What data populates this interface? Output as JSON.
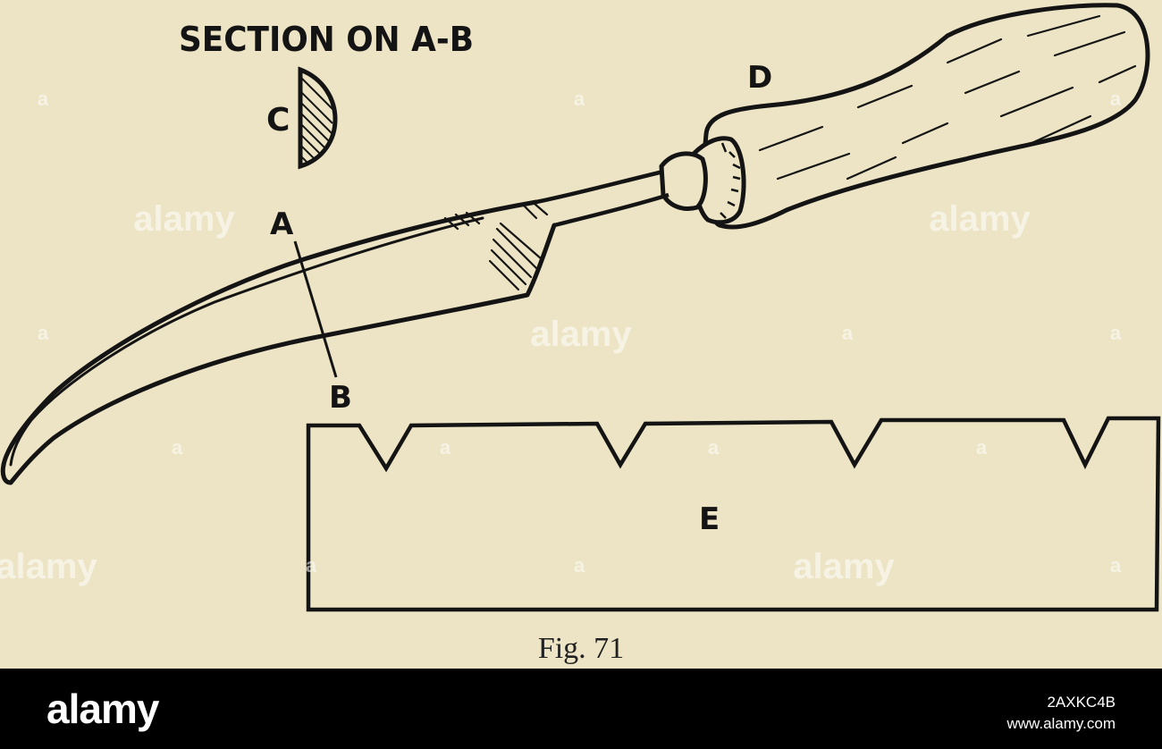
{
  "figure": {
    "section_heading": "SECTION ON A-B",
    "labels": {
      "a": "A",
      "b": "B",
      "c": "C",
      "d": "D",
      "e": "E"
    },
    "caption": "Fig. 71"
  },
  "watermark": {
    "text": "alamy",
    "short": "a"
  },
  "footer": {
    "logo": "alamy",
    "image_id": "2AXKC4B",
    "url": "www.alamy.com"
  }
}
